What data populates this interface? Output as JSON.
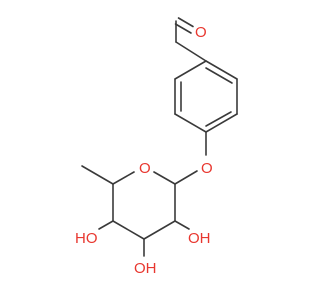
{
  "molecule": {
    "atoms": {
      "aldehyde_oxygen": "O",
      "ether_oxygen": "O",
      "ring_oxygen": "O",
      "hydroxyl_right": "OH",
      "hydroxyl_bottom": "OH",
      "hydroxyl_left": "HO"
    },
    "colors": {
      "bond": "#3a3a3a",
      "oxygen": "#e8372f",
      "background": "#ffffff"
    }
  }
}
